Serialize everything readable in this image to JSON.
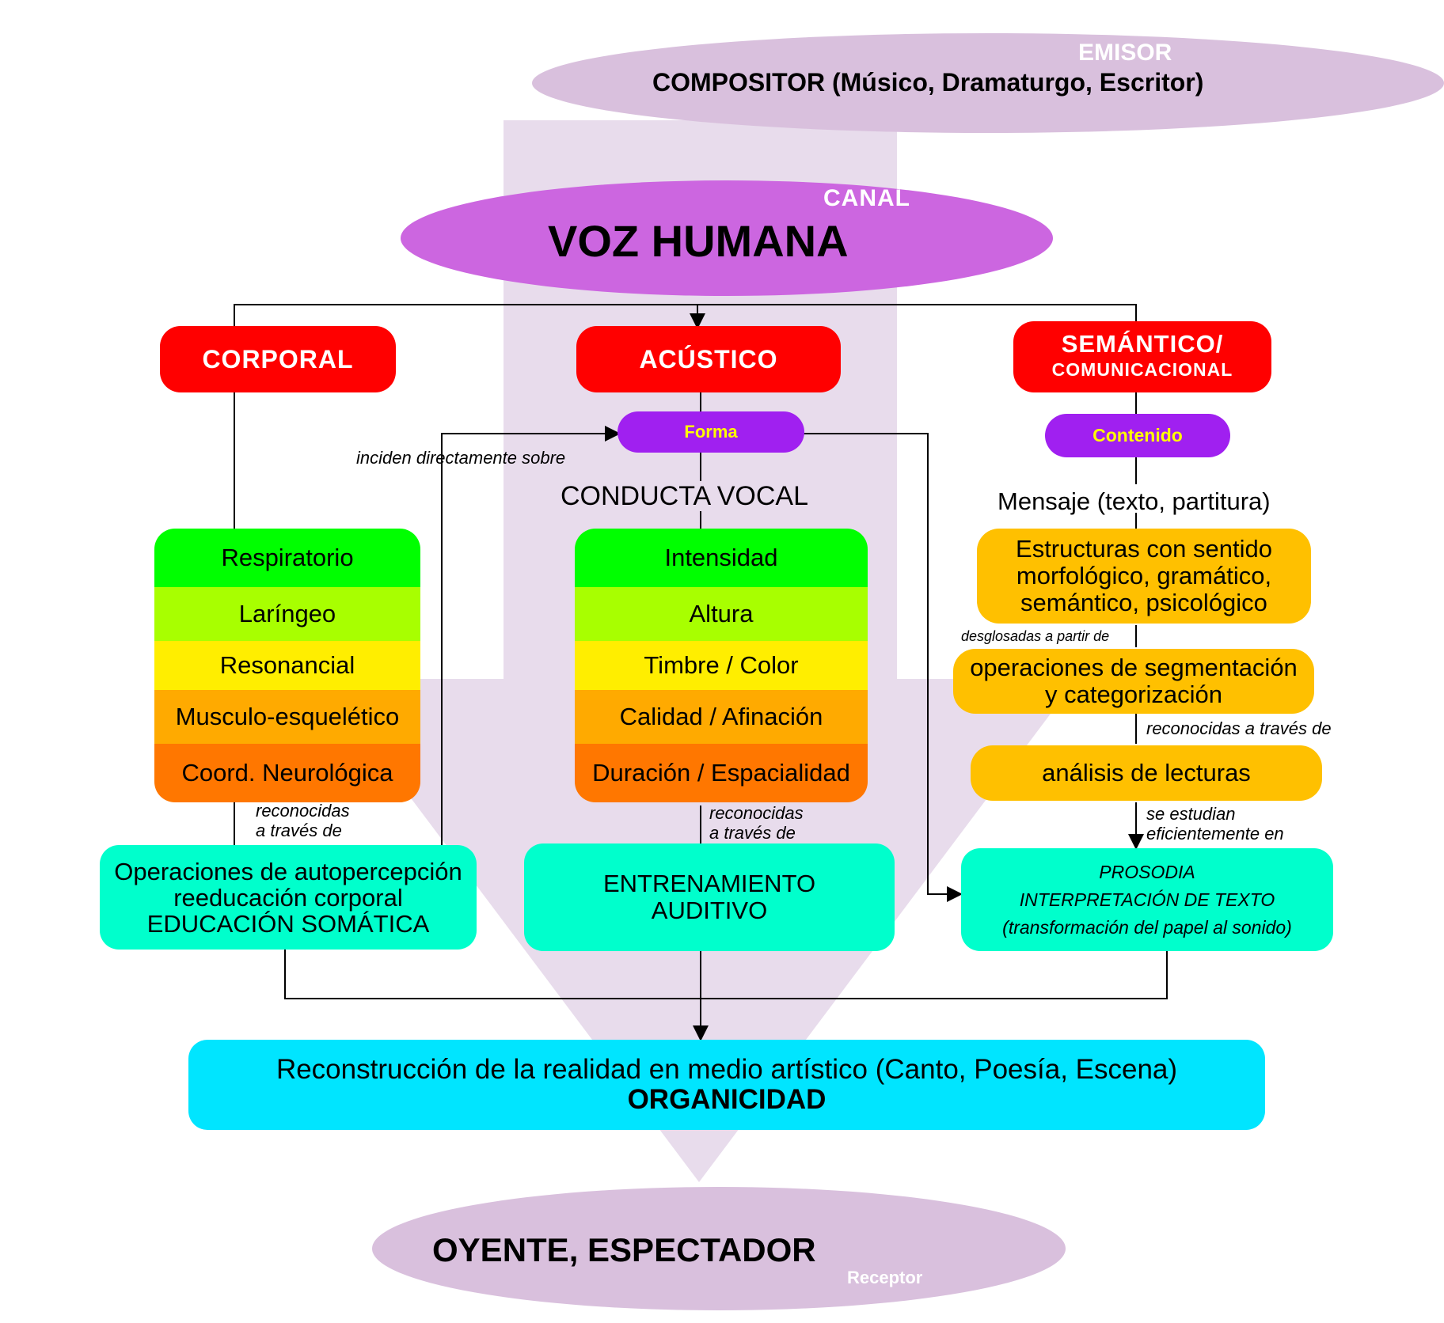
{
  "emisor": {
    "tag": "EMISOR",
    "title": "COMPOSITOR (Músico, Dramaturgo, Escritor)"
  },
  "canal": {
    "tag": "CANAL",
    "title": "VOZ HUMANA"
  },
  "categories": {
    "corporal": {
      "label": "CORPORAL"
    },
    "acustico": {
      "label": "ACÚSTICO",
      "sub": "Forma"
    },
    "semantico": {
      "line1": "SEMÁNTICO/",
      "line2": "COMUNICACIONAL",
      "sub": "Contenido"
    }
  },
  "conducta_vocal": "CONDUCTA VOCAL",
  "mensaje": "Mensaje (texto, partitura)",
  "notes": {
    "inciden": "inciden directamente sobre",
    "reconocidas_left_1": "reconocidas",
    "reconocidas_left_2": "a través de",
    "reconocidas_mid_1": "reconocidas",
    "reconocidas_mid_2": "a través de",
    "desglosadas": "desglosadas a partir de",
    "reconocidas_right": "reconocidas a través de",
    "se_estudian_1": "se estudian",
    "se_estudian_2": "eficientemente en"
  },
  "corporal_items": [
    "Respiratorio",
    "Laríngeo",
    "Resonancial",
    "Musculo-esquelético",
    "Coord. Neurológica"
  ],
  "acustico_items": [
    "Intensidad",
    "Altura",
    "Timbre / Color",
    "Calidad / Afinación",
    "Duración / Espacialidad"
  ],
  "band_colors": [
    "#00ff00",
    "#a8ff00",
    "#ffee00",
    "#ffaa00",
    "#ff7700"
  ],
  "semantic_boxes": {
    "estructuras": [
      "Estructuras con sentido",
      "morfológico, gramático,",
      "semántico, psicológico"
    ],
    "operaciones": [
      "operaciones de segmentación",
      "y categorización"
    ],
    "analisis": "análisis de lecturas"
  },
  "outcomes": {
    "somatica": [
      "Operaciones de autopercepción",
      "reeducación corporal",
      "EDUCACIÓN SOMÁTICA"
    ],
    "auditivo": [
      "ENTRENAMIENTO",
      "AUDITIVO"
    ],
    "prosodia": [
      "PROSODIA",
      "INTERPRETACIÓN DE TEXTO",
      "(transformación del papel al sonido)"
    ]
  },
  "result": {
    "line1": "Reconstrucción de la realidad en medio artístico (Canto, Poesía, Escena)",
    "line2": "ORGANICIDAD"
  },
  "receptor": {
    "title": "OYENTE, ESPECTADOR",
    "tag": "Receptor"
  },
  "colors": {
    "lavender": "#d9c0dd",
    "arrow": "#e8dcec",
    "canal": "#cc66e0",
    "red": "#ff0000",
    "purple": "#a020f0",
    "teal": "#00ffcc",
    "gold": "#ffc000",
    "cyan": "#00e5ff"
  }
}
